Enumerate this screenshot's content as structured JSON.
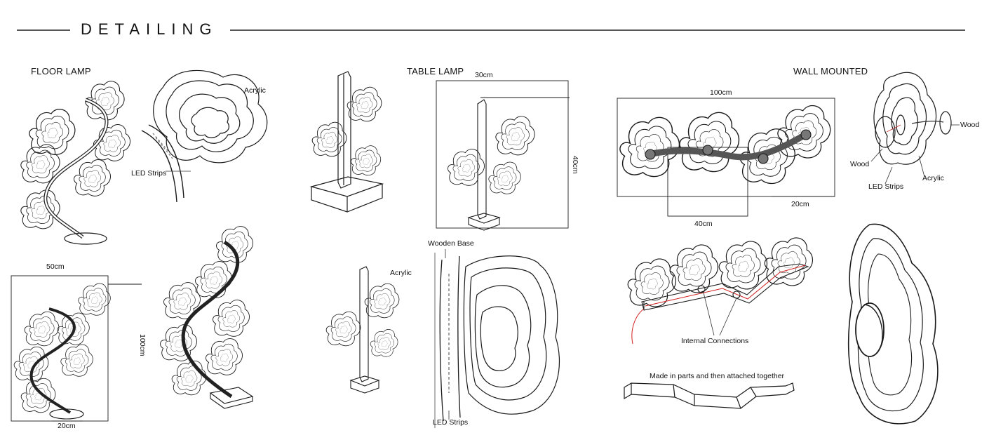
{
  "title": "DETAILING",
  "sections": {
    "floor": {
      "heading": "FLOOR LAMP",
      "labels": {
        "acrylic": "Acrylic",
        "led": "LED Strips",
        "width": "50cm",
        "height": "100cm",
        "base": "20cm"
      }
    },
    "table": {
      "heading": "TABLE LAMP",
      "labels": {
        "width": "30cm",
        "height": "40cm",
        "wooden_base": "Wooden Base",
        "acrylic": "Acrylic",
        "led": "LED Strips"
      }
    },
    "wall": {
      "heading": "WALL MOUNTED",
      "labels": {
        "width": "100cm",
        "part": "40cm",
        "depth": "20cm",
        "wood_right": "Wood",
        "wood_left": "Wood",
        "led": "LED Strips",
        "acrylic": "Acrylic",
        "internal": "Internal Connections",
        "note": "Made in parts and then attached together"
      }
    }
  },
  "colors": {
    "ink": "#1a1a1a",
    "pencil": "#555555",
    "wiring": "#d22222"
  }
}
